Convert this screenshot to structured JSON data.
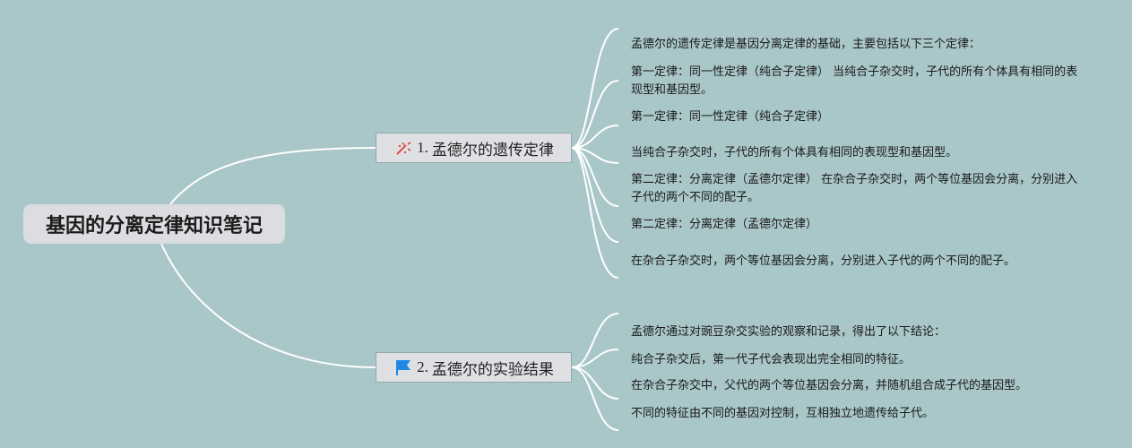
{
  "root": {
    "title": "基因的分离定律知识笔记"
  },
  "branches": [
    {
      "number": "1.",
      "label": "孟德尔的遗传定律",
      "icon": "fireworks-icon",
      "leaves": [
        "孟德尔的遗传定律是基因分离定律的基础，主要包括以下三个定律：",
        "第一定律：同一性定律（纯合子定律） 当纯合子杂交时，子代的所有个体具有相同的表现型和基因型。",
        "第一定律：同一性定律（纯合子定律）",
        "当纯合子杂交时，子代的所有个体具有相同的表现型和基因型。",
        "第二定律：分离定律（孟德尔定律） 在杂合子杂交时，两个等位基因会分离，分别进入子代的两个不同的配子。",
        "第二定律：分离定律（孟德尔定律）",
        "在杂合子杂交时，两个等位基因会分离，分别进入子代的两个不同的配子。"
      ]
    },
    {
      "number": "2.",
      "label": "孟德尔的实验结果",
      "icon": "blue-flag-icon",
      "leaves": [
        "孟德尔通过对豌豆杂交实验的观察和记录，得出了以下结论：",
        "纯合子杂交后，第一代子代会表现出完全相同的特征。",
        "在杂合子杂交中，父代的两个等位基因会分离，并随机组合成子代的基因型。",
        "不同的特征由不同的基因对控制，互相独立地遗传给子代。"
      ]
    }
  ],
  "colors": {
    "background": "#a9c6c9",
    "connector": "#ffffff",
    "flag": "#1e88e5",
    "fireworks": "#d93a2b"
  }
}
